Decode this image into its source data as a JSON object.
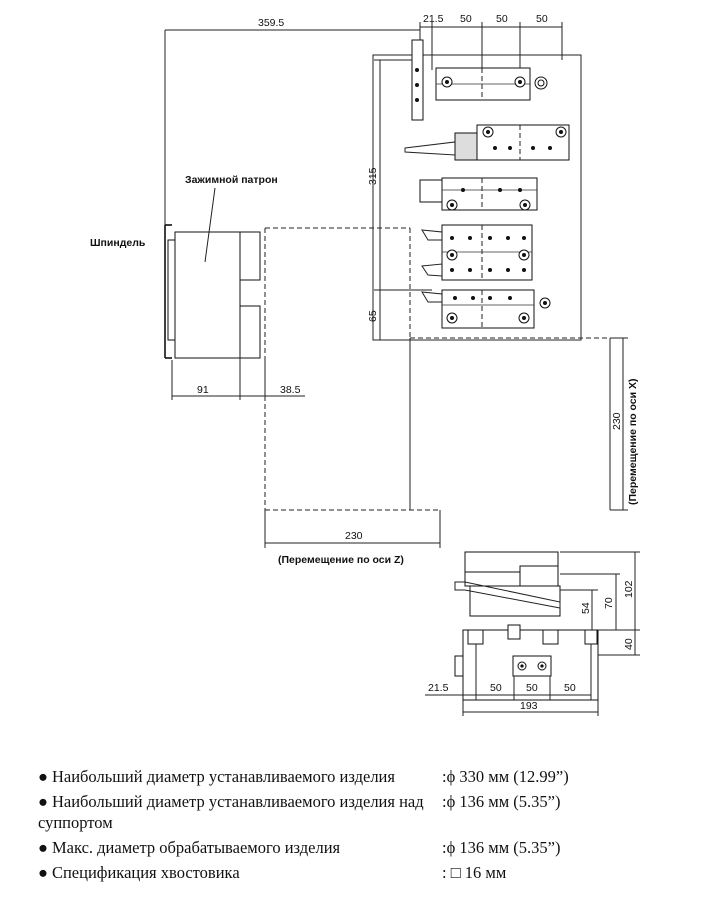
{
  "drawing": {
    "label_spindle": "Шпиндель",
    "label_chuck": "Зажимной патрон",
    "dim_top_total": "359.5",
    "dim_top_21_5": "21.5",
    "dim_top_50a": "50",
    "dim_top_50b": "50",
    "dim_315": "315",
    "dim_65": "65",
    "dim_91": "91",
    "dim_38_5": "38.5",
    "dim_230_z": "230",
    "label_move_z": "(Перемещение по оси Z)",
    "dim_230_x": "230",
    "label_move_x": "(Перемещение по оси X)",
    "dim_102": "102",
    "dim_70": "70",
    "dim_54": "54",
    "dim_40": "40",
    "dim_bot_21_5": "21.5",
    "dim_bot_50a": "50",
    "dim_bot_50b": "50",
    "dim_bot_50c": "50",
    "dim_193": "193"
  },
  "specs": [
    {
      "bullet": "●",
      "label": "Наибольший диаметр устанавливаемого изделия",
      "value": ":ϕ 330 мм (12.99”)"
    },
    {
      "bullet": "●",
      "label": "Наибольший диаметр устанавливаемого изделия над суппортом",
      "value": ":ϕ 136 мм (5.35”)"
    },
    {
      "bullet": "●",
      "label": "Макс. диаметр обрабатываемого изделия",
      "value": ":ϕ 136 мм (5.35”)"
    },
    {
      "bullet": "●",
      "label": "Спецификация хвостовика",
      "value": ": □ 16 мм"
    }
  ]
}
